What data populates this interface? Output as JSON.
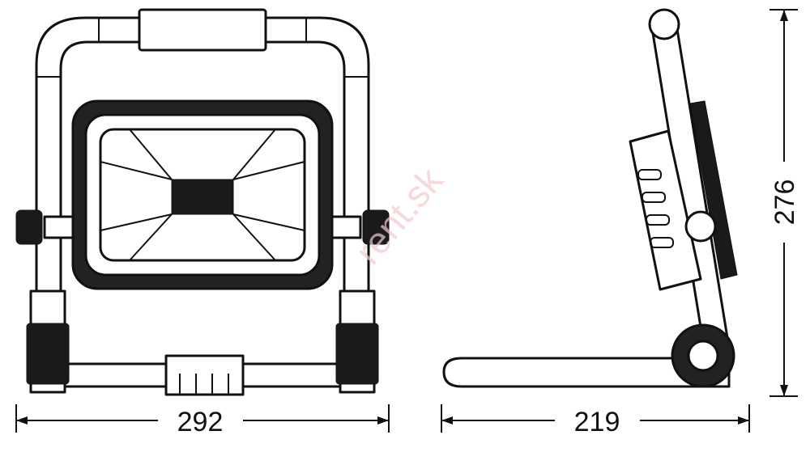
{
  "dimensions": {
    "width": "292",
    "depth": "219",
    "height": "276"
  },
  "watermark": "rent.sk"
}
